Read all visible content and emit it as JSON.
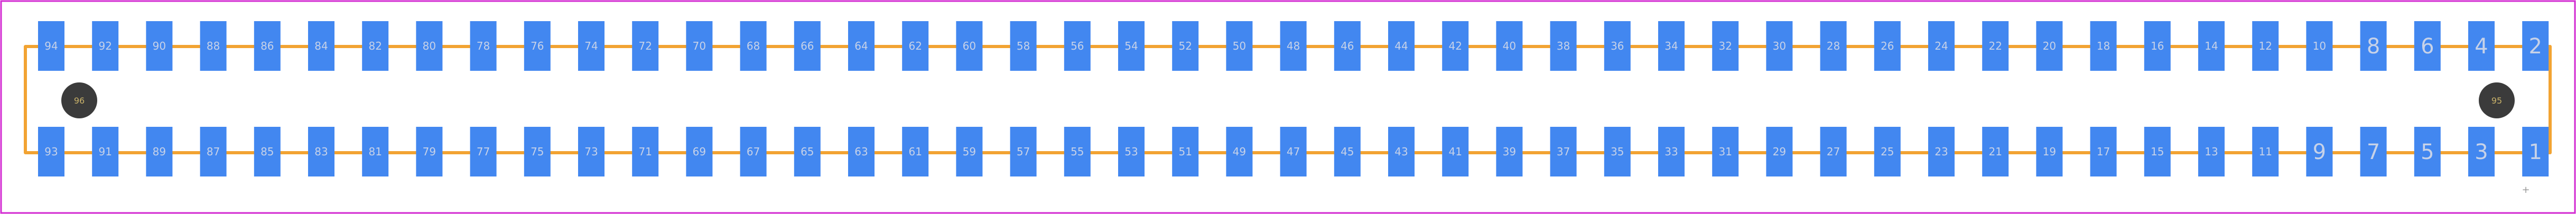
{
  "footprint": {
    "top_row_pads": [
      "94",
      "92",
      "90",
      "88",
      "86",
      "84",
      "82",
      "80",
      "78",
      "76",
      "74",
      "72",
      "70",
      "68",
      "66",
      "64",
      "62",
      "60",
      "58",
      "56",
      "54",
      "52",
      "50",
      "48",
      "46",
      "44",
      "42",
      "40",
      "38",
      "36",
      "34",
      "32",
      "30",
      "28",
      "26",
      "24",
      "22",
      "20",
      "18",
      "16",
      "14",
      "12",
      "10",
      "8",
      "6",
      "4",
      "2"
    ],
    "bottom_row_pads": [
      "93",
      "91",
      "89",
      "87",
      "85",
      "83",
      "81",
      "79",
      "77",
      "75",
      "73",
      "71",
      "69",
      "67",
      "65",
      "63",
      "61",
      "59",
      "57",
      "55",
      "53",
      "51",
      "49",
      "47",
      "45",
      "43",
      "41",
      "39",
      "37",
      "35",
      "33",
      "31",
      "29",
      "27",
      "25",
      "23",
      "21",
      "19",
      "17",
      "15",
      "13",
      "11",
      "9",
      "7",
      "5",
      "3",
      "1"
    ],
    "mounting_holes": [
      "96",
      "95"
    ],
    "origin_marker": "+"
  },
  "colors": {
    "frame": "#d32bd2",
    "outline": "#f2a332",
    "pad": "#4287f0",
    "pad_label": "#c7d2e8",
    "hole": "#3b3b3b",
    "hole_label": "#c9b26a",
    "background": "#ffffff"
  }
}
